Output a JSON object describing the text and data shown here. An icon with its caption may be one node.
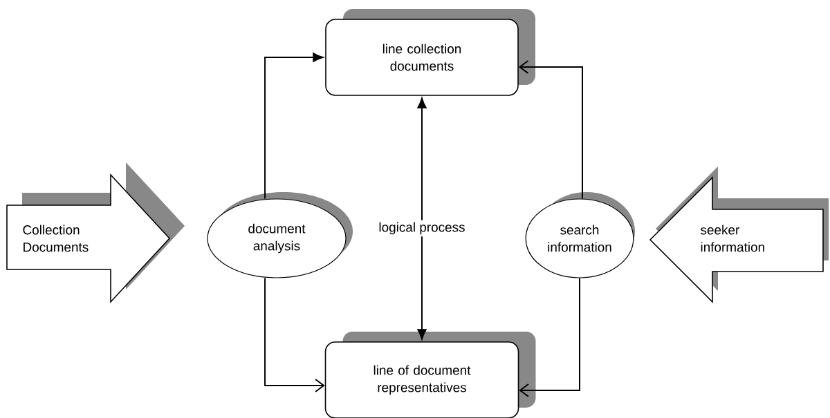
{
  "diagram": {
    "nodes": [
      {
        "text": [
          "Collection Documents"
        ]
      },
      {
        "text": [
          "document analysis"
        ]
      },
      {
        "text": [
          "line collection documents"
        ]
      },
      {
        "text": [
          "line of document representatives"
        ]
      },
      {
        "text": [
          "search information"
        ]
      },
      {
        "text": [
          "seeker information"
        ]
      }
    ],
    "edges": [
      {
        "from": 1,
        "to": 2,
        "arrow": "to"
      },
      {
        "from": 1,
        "to": 3,
        "arrow": "to"
      },
      {
        "from": 2,
        "to": 3,
        "arrow": "both",
        "label": "logical process"
      },
      {
        "from": 4,
        "to": 2,
        "arrow": "to"
      },
      {
        "from": 4,
        "to": 3,
        "arrow": "to"
      }
    ]
  }
}
